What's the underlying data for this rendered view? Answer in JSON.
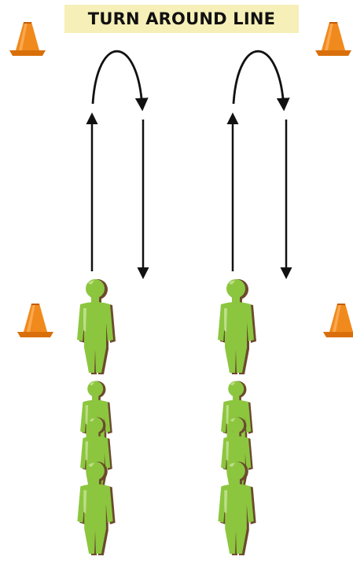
{
  "banner": {
    "title": "TURN AROUND LINE"
  },
  "colors": {
    "banner_background": "#f6f0b8",
    "cone": "#f08a1c",
    "player": "#8cc63f",
    "player_shadow": "#6b4a2e",
    "arrow": "#111111"
  },
  "lanes": [
    {
      "lane": "left",
      "players": 4
    },
    {
      "lane": "right",
      "players": 4
    }
  ]
}
